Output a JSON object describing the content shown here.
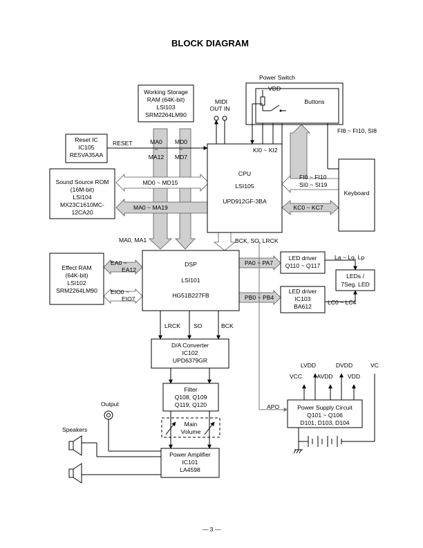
{
  "title": "BLOCK DIAGRAM",
  "page_number": "— 3 —",
  "blocks": {
    "working_storage": [
      "Working Storage",
      "RAM (64K-bit)",
      "LSI103",
      "SRM2264LM90"
    ],
    "reset_ic": [
      "Reset IC",
      "IC105",
      "RE5VA35AA"
    ],
    "sound_rom": [
      "Sound Source ROM",
      "(16M-bit)",
      "LSI104",
      "MX23C1610MC-",
      "12CA20"
    ],
    "cpu": [
      "CPU",
      "LSI105",
      "UPD912GF-3BA"
    ],
    "buttons": "Buttons",
    "power_switch": "Power Switch",
    "keyboard": "Keyboard",
    "effect_ram": [
      "Effect RAM",
      "(64K-bit)",
      "LSI102",
      "SRM2264LM90"
    ],
    "dsp": [
      "DSP",
      "LSI101",
      "HG51B227FB"
    ],
    "led_driver_1": [
      "LED driver",
      "Q110 ~ Q117"
    ],
    "led_driver_2": [
      "LED driver",
      "IC103",
      "BA612"
    ],
    "leds": [
      "LEDs /",
      "7Seg. LED"
    ],
    "dac": [
      "D/A Converter",
      "IC102",
      "UPD6379GR"
    ],
    "filter": [
      "Filter",
      "Q108, Q109",
      "Q119, Q120"
    ],
    "main_volume": [
      "Main",
      "Volume"
    ],
    "power_amp": [
      "Power Amplifier",
      "IC101",
      "LA4598"
    ],
    "power_supply": [
      "Power Supply Circuit",
      "Q101 ~ Q106",
      "D101, D103, D104"
    ]
  },
  "labels": {
    "vdd_switch": "VDD",
    "midi": [
      "MIDI",
      "OUT  IN"
    ],
    "reset": "RESET",
    "ma0_ma12": [
      "MA0",
      "~",
      "MA12"
    ],
    "md0_md7": [
      "MD0",
      "~",
      "MD7"
    ],
    "ki": "KI0 ~ KI2",
    "fi_si_top": "FI8 ~ FI10, SI8",
    "md0_md15": "MD0 ~ MD15",
    "fi_si": [
      "FI0 ~ FI10",
      "SI0 ~ SI19"
    ],
    "ma0_ma19": "MA0 ~ MA19",
    "kc": "KC0 ~ KC7",
    "ma0_ma1": "MA0, MA1",
    "bck_so_lrck": "BCK, SO, LRCK",
    "ea": [
      "EA0 ~",
      "EA12"
    ],
    "eio": [
      "EIO0 ~",
      "EIO7"
    ],
    "pa": "PA0 ~ PA7",
    "pb": "PB0 ~ PB4",
    "la_lp": "La ~ Lg, Lp",
    "lc": "LC0 ~ LC4",
    "lrck": "LRCK",
    "so": "SO",
    "bck": "BCK",
    "apo": "APO",
    "output": "Output",
    "speakers": "Speakers",
    "rails": [
      "LVDD",
      "DVDD",
      "VC",
      "VCC",
      "AVDD",
      "VDD"
    ]
  }
}
